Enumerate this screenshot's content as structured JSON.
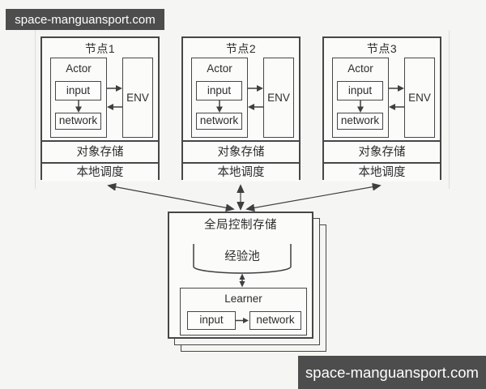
{
  "watermarks": {
    "top": "space-manguansport.com",
    "bottom": "space-manguansport.com"
  },
  "nodes": [
    {
      "title": "节点1",
      "actor": "Actor",
      "input": "input",
      "network": "network",
      "env": "ENV",
      "object_storage": "对象存储",
      "local_scheduling": "本地调度"
    },
    {
      "title": "节点2",
      "actor": "Actor",
      "input": "input",
      "network": "network",
      "env": "ENV",
      "object_storage": "对象存储",
      "local_scheduling": "本地调度"
    },
    {
      "title": "节点3",
      "actor": "Actor",
      "input": "input",
      "network": "network",
      "env": "ENV",
      "object_storage": "对象存储",
      "local_scheduling": "本地调度"
    }
  ],
  "global_store": {
    "title": "全局控制存储",
    "experience_pool": "经验池",
    "learner": "Learner",
    "input": "input",
    "network": "network"
  },
  "icons": {
    "down_arrow": "↓",
    "right_arrow": "→",
    "left_arrow": "←",
    "double_vertical_arrow": "↕",
    "double_headed_connector": "↔",
    "database_cylinder": "⛁"
  },
  "colors": {
    "background": "#f5f5f3",
    "box_fill": "#fbfbf9",
    "line": "#3f3f3f",
    "watermark_bg": "#4d4d4d",
    "watermark_text": "#ffffff"
  }
}
